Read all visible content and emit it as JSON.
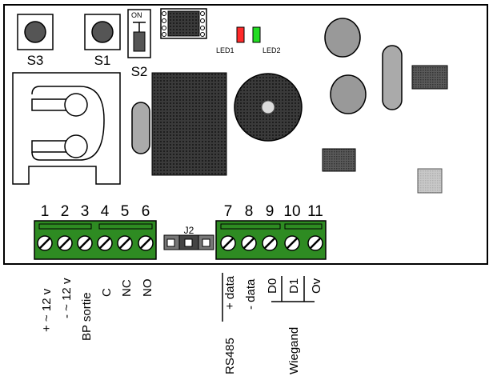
{
  "buttons": [
    {
      "id": "s3",
      "label": "S3"
    },
    {
      "id": "s1",
      "label": "S1"
    }
  ],
  "switch": {
    "label": "S2",
    "on_label": "ON"
  },
  "leds": [
    {
      "label": "LED1",
      "color": "#ff2a2a"
    },
    {
      "label": "LED2",
      "color": "#22dd22"
    }
  ],
  "jumper": {
    "label": "J2"
  },
  "terminals": {
    "left": [
      "1",
      "2",
      "3",
      "4",
      "5",
      "6"
    ],
    "right": [
      "7",
      "8",
      "9",
      "10",
      "11"
    ],
    "color": "#2e8b22"
  },
  "pin_labels": [
    "+ ~ 12 v",
    "- ~ 12 v",
    "BP sortie",
    "C",
    "NC",
    "NO",
    "+ data",
    "- data",
    "D0",
    "D1",
    "Ov"
  ],
  "group_labels": {
    "rs485": "RS485",
    "wiegand": "Wiegand"
  }
}
